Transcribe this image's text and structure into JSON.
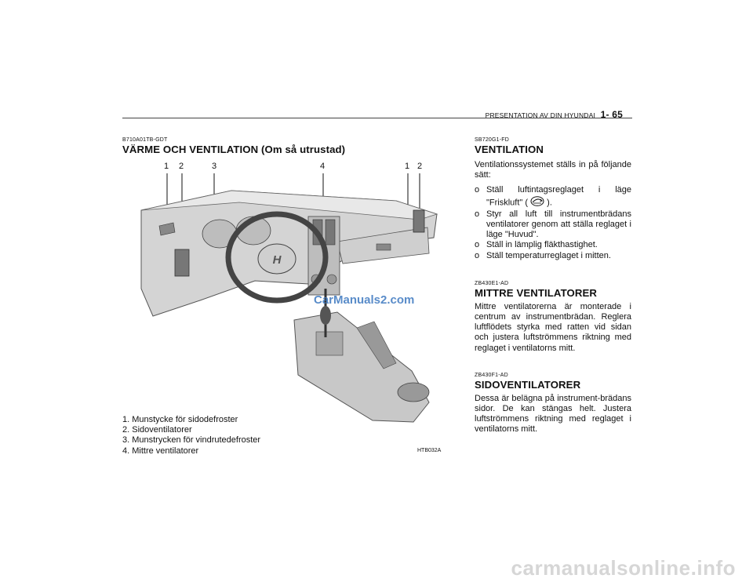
{
  "header": {
    "title": "PRESENTATION AV DIN HYUNDAI",
    "page": "1- 65"
  },
  "left": {
    "code": "B710A01TB-GDT",
    "heading": "VÄRME OCH VENTILATION (Om så utrustad)",
    "callouts": [
      "1",
      "2",
      "3",
      "4",
      "1",
      "2"
    ],
    "legend": [
      "1. Munstycke för sidodefroster",
      "2. Sidoventilatorer",
      "3. Munstrycken för vindrutedefroster",
      "4. Mittre ventilatorer"
    ],
    "figure_code": "HTB032A",
    "watermark": "CarManuals2.com",
    "figure_logo": "H"
  },
  "right": {
    "s1": {
      "code": "SB720G1-FD",
      "heading": "VENTILATION",
      "intro": "Ventilationssystemet ställs in på följande sätt:",
      "items": [
        {
          "bullet": "o",
          "text_before": "Ställ luftintagsreglaget i läge \"Friskluft\" (",
          "text_after": ")."
        },
        {
          "bullet": "o",
          "text": "Styr all luft till instrumentbrädans ventilatorer genom att ställa reglaget i läge \"Huvud\"."
        },
        {
          "bullet": "o",
          "text": "Ställ in lämplig fläkthastighet."
        },
        {
          "bullet": "o",
          "text": "Ställ temperaturreglaget i mitten."
        }
      ]
    },
    "s2": {
      "code": "ZB430E1-AD",
      "heading": "MITTRE VENTILATORER",
      "text": "Mittre ventilatorerna är monterade i centrum av instrumentbrädan. Reglera luftflödets styrka med ratten vid sidan och justera luftströmmens riktning med reglaget i ventilatorns mitt."
    },
    "s3": {
      "code": "ZB430F1-AD",
      "heading": "SIDOVENTILATORER",
      "text": "Dessa är belägna på instrument-brädans sidor. De kan stängas helt. Justera luftströmmens riktning med reglaget i ventilatorns mitt."
    }
  },
  "footer": {
    "watermark": "carmanualsonline.info"
  },
  "colors": {
    "figure_gray": "#c9c9c9",
    "watermark_blue": "#3d78c0",
    "footer_gray": "#d6d6d6"
  }
}
